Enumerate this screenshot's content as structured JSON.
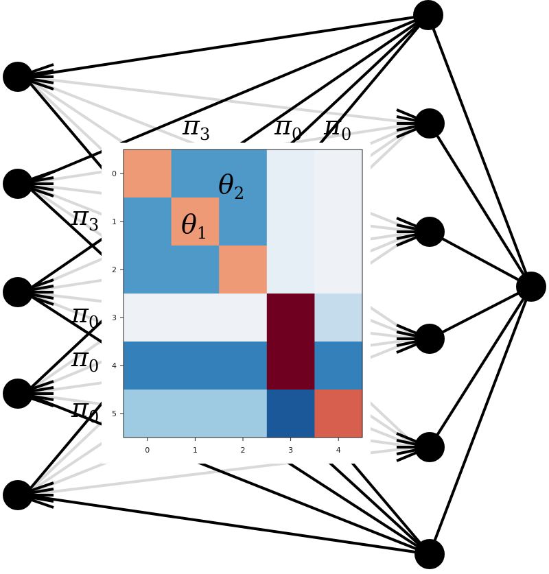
{
  "labels": {
    "top_left": "π3",
    "top_mid": "π0",
    "top_right": "π0",
    "left_row1": "π3",
    "left_row3": "π0",
    "left_row4": "π0",
    "left_row5": "π0",
    "theta1": "θ1",
    "theta2": "θ2"
  },
  "heatmap": {
    "row_ticks": [
      "0",
      "1",
      "2",
      "3",
      "4",
      "5"
    ],
    "col_ticks": [
      "0",
      "1",
      "2",
      "3",
      "4"
    ],
    "row_groups": [
      [
        0,
        0
      ],
      [
        1,
        1
      ],
      [
        2,
        2
      ],
      [
        3,
        3
      ],
      [
        4,
        4
      ],
      [
        5,
        5
      ]
    ],
    "palette": {
      "salmon": "#ef9a76",
      "mid_blue": "#4f99c9",
      "pale": "#e6eff5",
      "paler": "#eef2f6",
      "dark_red": "#6f0020",
      "light_blue": "#c5dcec",
      "strong_blue": "#3480bb",
      "sky_blue": "#9ecae2",
      "navy": "#1a5899",
      "red": "#d6604d"
    },
    "cells": [
      [
        "salmon",
        "mid_blue",
        "mid_blue",
        "pale",
        "paler"
      ],
      [
        "mid_blue",
        "salmon",
        "mid_blue",
        "pale",
        "paler"
      ],
      [
        "mid_blue",
        "mid_blue",
        "salmon",
        "pale",
        "paler"
      ],
      [
        "paler",
        "paler",
        "paler",
        "dark_red",
        "light_blue"
      ],
      [
        "strong_blue",
        "strong_blue",
        "strong_blue",
        "dark_red",
        "strong_blue"
      ],
      [
        "sky_blue",
        "sky_blue",
        "sky_blue",
        "navy",
        "red"
      ]
    ]
  },
  "colors": {
    "node": "#000000",
    "edge_black": "#000000",
    "edge_gray": "#d9d9d9"
  }
}
